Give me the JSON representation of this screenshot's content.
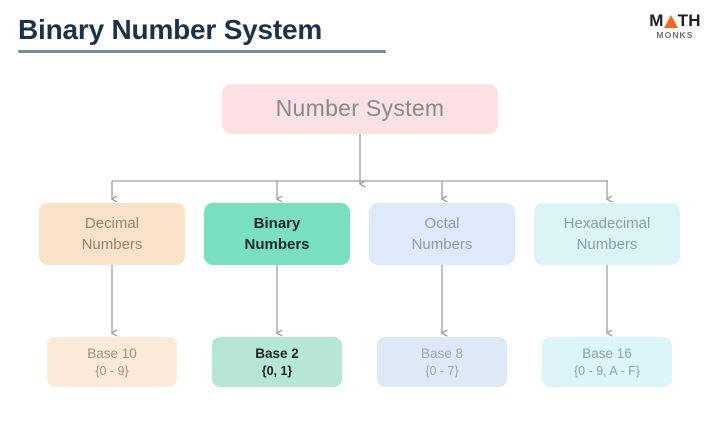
{
  "header": {
    "title": "Binary Number System",
    "logo": {
      "top_text_left": "M",
      "top_text_right": "TH",
      "bottom_text": "MONKS",
      "triangle_color": "#f26b21",
      "top_color": "#231f20",
      "bottom_color": "#6d6e71"
    },
    "rule_color": "#7b8a9c",
    "title_color": "#1d3148"
  },
  "chart_data": {
    "type": "diagram",
    "title": "Binary Number System",
    "layout": "top-down tree, 3 levels, 4 branches",
    "root": {
      "label": "Number System",
      "fill": "#fbe0e4",
      "text_color": "#8a8a8a"
    },
    "branches": [
      {
        "name": "decimal",
        "label_line1": "Decimal",
        "label_line2": "Numbers",
        "base_line1": "Base 10",
        "base_line2": "{0 - 9}",
        "fill": "#fae3c9",
        "base_fill": "#fbeada",
        "highlighted": false
      },
      {
        "name": "binary",
        "label_line1": "Binary",
        "label_line2": "Numbers",
        "base_line1": "Base 2",
        "base_line2": "{0, 1}",
        "fill": "#79dfbe",
        "base_fill": "#b5e7d4",
        "highlighted": true
      },
      {
        "name": "octal",
        "label_line1": "Octal",
        "label_line2": "Numbers",
        "base_line1": "Base 8",
        "base_line2": "{0 - 7}",
        "fill": "#dceafa",
        "base_fill": "#dde9f6",
        "highlighted": false
      },
      {
        "name": "hexadecimal",
        "label_line1": "Hexadecimal",
        "label_line2": "Numbers",
        "base_line1": "Base 16",
        "base_line2": "{0 - 9, A - F}",
        "fill": "#dbf5f7",
        "base_fill": "#ddf4f8",
        "highlighted": false
      }
    ],
    "connector_color": "#9aa0a6"
  }
}
